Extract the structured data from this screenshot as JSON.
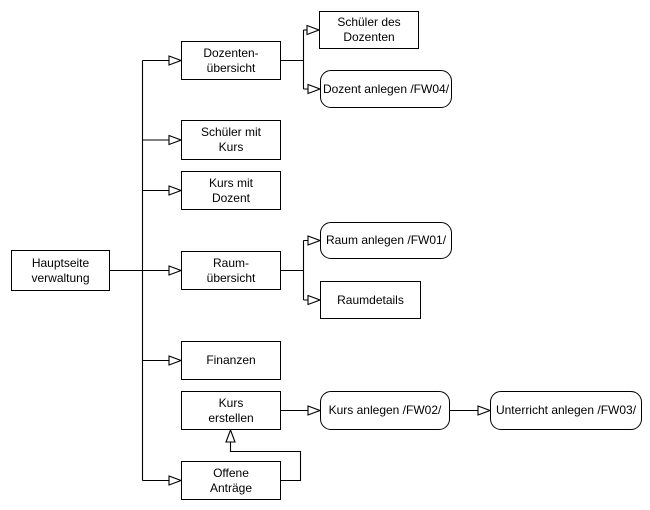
{
  "diagram": {
    "type": "flowchart-sitemap",
    "colors": {
      "background": "#ffffff",
      "node_fill": "#ffffff",
      "stroke": "#000000",
      "text": "#000000"
    },
    "nodes": {
      "hauptseite": {
        "label": "Hauptseite\nverwaltung"
      },
      "dozenten_uebersicht": {
        "label": "Dozenten-\nübersicht"
      },
      "schueler_des_dozenten": {
        "label": "Schüler des\nDozenten"
      },
      "dozent_anlegen": {
        "label": "Dozent anlegen /FW04/"
      },
      "schueler_mit_kurs": {
        "label": "Schüler mit\nKurs"
      },
      "kurs_mit_dozent": {
        "label": "Kurs mit\nDozent"
      },
      "raum_uebersicht": {
        "label": "Raum-\nübersicht"
      },
      "raum_anlegen": {
        "label": "Raum anlegen /FW01/"
      },
      "raumdetails": {
        "label": "Raumdetails"
      },
      "finanzen": {
        "label": "Finanzen"
      },
      "kurs_erstellen": {
        "label": "Kurs\nerstellen"
      },
      "offene_antraege": {
        "label": "Offene\nAnträge"
      },
      "kurs_anlegen": {
        "label": "Kurs anlegen /FW02/"
      },
      "unterricht_anlegen": {
        "label": "Unterricht anlegen /FW03/"
      }
    },
    "edges": [
      {
        "from": "hauptseite",
        "to": "dozenten_uebersicht"
      },
      {
        "from": "hauptseite",
        "to": "schueler_mit_kurs"
      },
      {
        "from": "hauptseite",
        "to": "kurs_mit_dozent"
      },
      {
        "from": "hauptseite",
        "to": "raum_uebersicht"
      },
      {
        "from": "hauptseite",
        "to": "finanzen"
      },
      {
        "from": "hauptseite",
        "to": "offene_antraege"
      },
      {
        "from": "dozenten_uebersicht",
        "to": "schueler_des_dozenten"
      },
      {
        "from": "dozenten_uebersicht",
        "to": "dozent_anlegen"
      },
      {
        "from": "raum_uebersicht",
        "to": "raum_anlegen"
      },
      {
        "from": "raum_uebersicht",
        "to": "raumdetails"
      },
      {
        "from": "kurs_erstellen",
        "to": "kurs_anlegen"
      },
      {
        "from": "kurs_anlegen",
        "to": "unterricht_anlegen"
      },
      {
        "from": "offene_antraege",
        "to": "kurs_erstellen"
      }
    ]
  }
}
